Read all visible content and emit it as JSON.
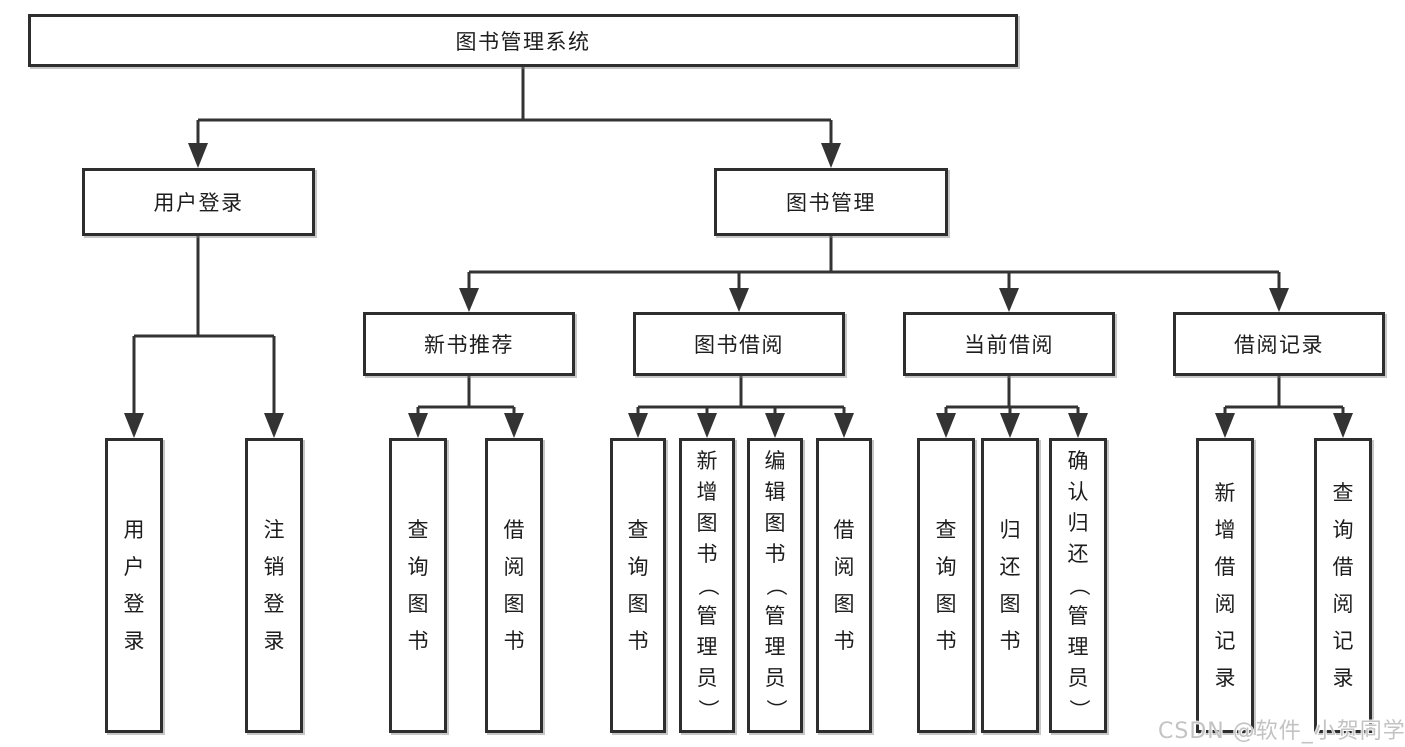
{
  "diagram": {
    "root": {
      "label": "图书管理系统"
    },
    "user_login": {
      "label": "用户登录",
      "children": [
        "用户登录",
        "注销登录"
      ]
    },
    "book_management": {
      "label": "图书管理"
    },
    "new_book": {
      "label": "新书推荐",
      "children": [
        "查询图书",
        "借阅图书"
      ]
    },
    "book_borrow": {
      "label": "图书借阅",
      "children": [
        "查询图书",
        "新增图书（管理员）",
        "编辑图书（管理员）",
        "借阅图书"
      ]
    },
    "current_borrow": {
      "label": "当前借阅",
      "children": [
        "查询图书",
        "归还图书",
        "确认归还（管理员）"
      ]
    },
    "borrow_record": {
      "label": "借阅记录",
      "children": [
        "新增借阅记录",
        "查询借阅记录"
      ]
    }
  },
  "watermark": "CSDN @软件_小贺同学",
  "colors": {
    "line": "#333333",
    "border": "#2e2e2e",
    "text": "#1d1d1d",
    "watermark": "#c3c3c3",
    "background": "#ffffff"
  }
}
